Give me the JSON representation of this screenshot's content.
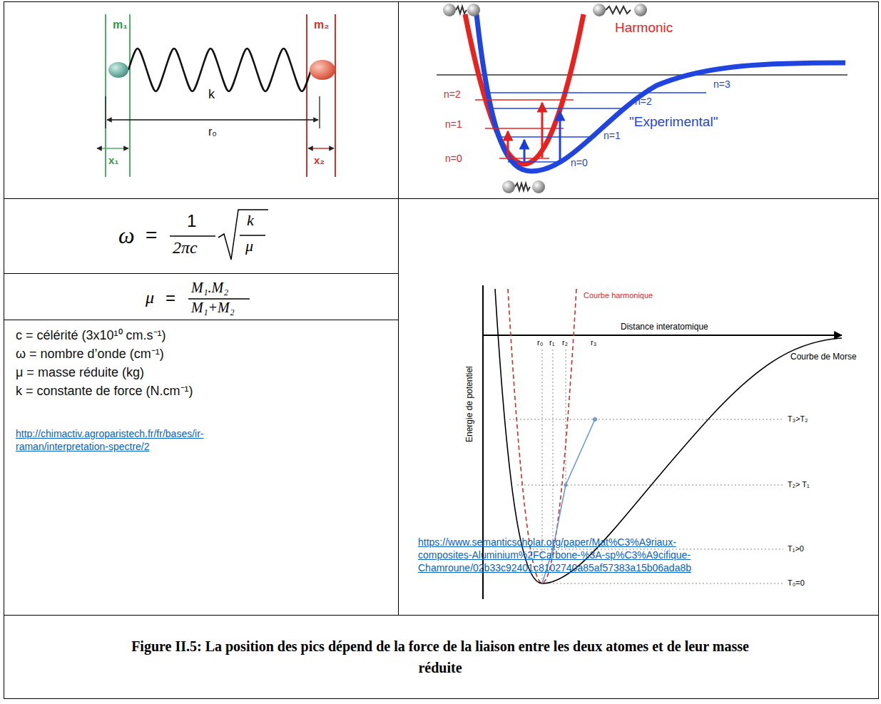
{
  "diagram": {
    "caption": "Figure II.5: La position des pics dépend de la force de la liaison entre les deux atomes et de leur masse réduite",
    "labels": [
      "m₁",
      "k",
      "m₂",
      "r₀",
      "x₁",
      "x₂",
      "Harmonic",
      "n=3",
      "n=2",
      "n=2",
      "\"Experimental\"",
      "n=1",
      "n=1",
      "n=0",
      "n=0",
      "ω",
      "=",
      "1",
      "2πc",
      "k",
      "μ",
      "μ",
      "=",
      "M₁.M₂",
      "M₁+M₂",
      "c = célérité (3x10¹⁰ cm.s⁻¹)",
      "ω = nombre d’onde (cm⁻¹)",
      "μ = masse réduite (kg)",
      "k = constante de force (N.cm⁻¹)",
      "http://chimactiv.agroparistech.fr/fr/bases/ir-",
      "raman/interpretation-spectre/2",
      "Courbe harmonique",
      "Distance interatomique",
      "Energie de potentiel",
      "Courbe de Morse",
      "r₀",
      "r₁",
      "r₂",
      "r₃",
      "T₃>T₂",
      "T₂> T₁",
      "T₁>0",
      "T₀=0",
      "https://www.semanticscholar.org/paper/Mat%C3%A9riaux-",
      "composites-Aluminium%2FCarbone-%3A-sp%C3%A9cifique-",
      "Chamroune/02b33c92401c8102740a85af57383a15b06ada8b"
    ]
  }
}
